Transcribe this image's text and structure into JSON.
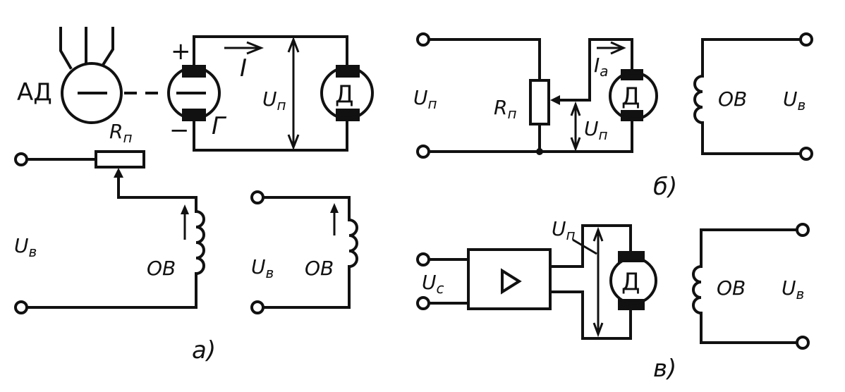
{
  "panel_a": {
    "label": "а)",
    "async_motor": "АД",
    "generator": "Г",
    "motor": "Д",
    "current": "I",
    "armature_voltage": {
      "main": "U",
      "sub": "п"
    },
    "resistor": {
      "main": "R",
      "sub": "п"
    },
    "excitation_voltage": {
      "main": "U",
      "sub": "в"
    },
    "field_winding_1": "ОВ",
    "field_winding_2": "ОВ",
    "excitation_voltage_2": {
      "main": "U",
      "sub": "в"
    },
    "plus": "+",
    "minus": "−"
  },
  "panel_b": {
    "label": "б)",
    "supply_voltage": {
      "main": "U",
      "sub": "п"
    },
    "resistor": {
      "main": "R",
      "sub": "п"
    },
    "motor": "Д",
    "armature_current": {
      "main": "I",
      "sub": "a"
    },
    "armature_voltage": {
      "main": "U",
      "sub": "п"
    },
    "field_winding": "ОВ",
    "excitation_voltage": {
      "main": "U",
      "sub": "в"
    }
  },
  "panel_c": {
    "label": "в)",
    "control_voltage": {
      "main": "U",
      "sub": "с"
    },
    "amplifier_symbol": "▷",
    "motor": "Д",
    "armature_voltage": {
      "main": "U",
      "sub": "п"
    },
    "field_winding": "ОВ",
    "excitation_voltage": {
      "main": "U",
      "sub": "в"
    }
  }
}
